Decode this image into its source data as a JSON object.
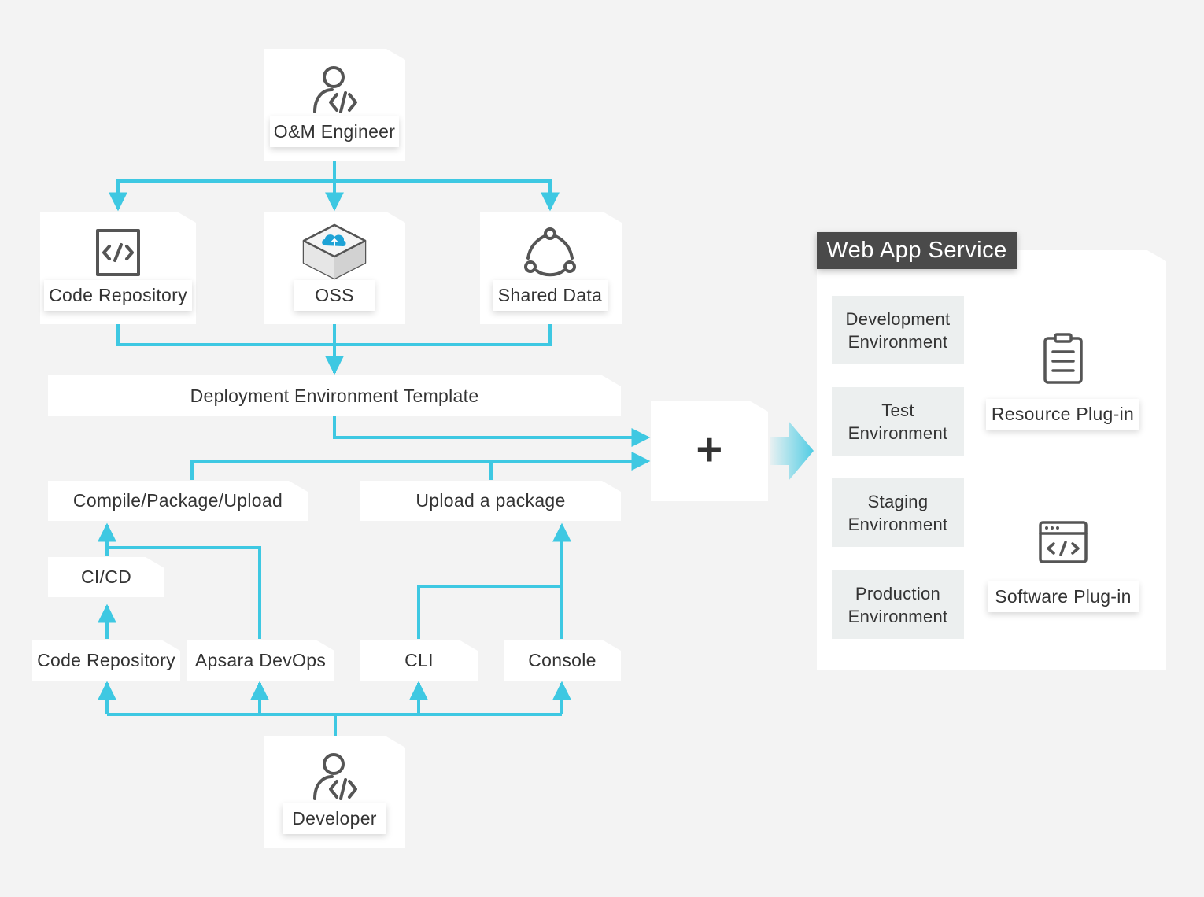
{
  "top_role": {
    "label": "O&M Engineer",
    "icon": "developer-icon"
  },
  "sources": [
    {
      "label": "Code Repository",
      "icon": "code-icon"
    },
    {
      "label": "OSS",
      "icon": "oss-cloud-icon"
    },
    {
      "label": "Shared Data",
      "icon": "share-icon"
    }
  ],
  "template_label": "Deployment Environment Template",
  "combine_symbol": "+",
  "package_steps": {
    "compile": "Compile/Package/Upload",
    "upload": "Upload a package",
    "cicd": "CI/CD"
  },
  "tools": [
    {
      "label": "Code Repository"
    },
    {
      "label": "Apsara DevOps"
    },
    {
      "label": "CLI"
    },
    {
      "label": "Console"
    }
  ],
  "bottom_role": {
    "label": "Developer",
    "icon": "developer-icon"
  },
  "service": {
    "title": "Web App Service",
    "environments": [
      {
        "label": "Development\nEnvironment"
      },
      {
        "label": "Test\nEnvironment"
      },
      {
        "label": "Staging\nEnvironment"
      },
      {
        "label": "Production\nEnvironment"
      }
    ],
    "plugins": [
      {
        "label": "Resource Plug-in",
        "icon": "clipboard-icon"
      },
      {
        "label": "Software Plug-in",
        "icon": "code-window-icon"
      }
    ]
  },
  "colors": {
    "connector": "#3ec8e2",
    "title_bar": "#4a4a4a",
    "env_bg": "#ecefef",
    "icon_stroke": "#555555"
  }
}
